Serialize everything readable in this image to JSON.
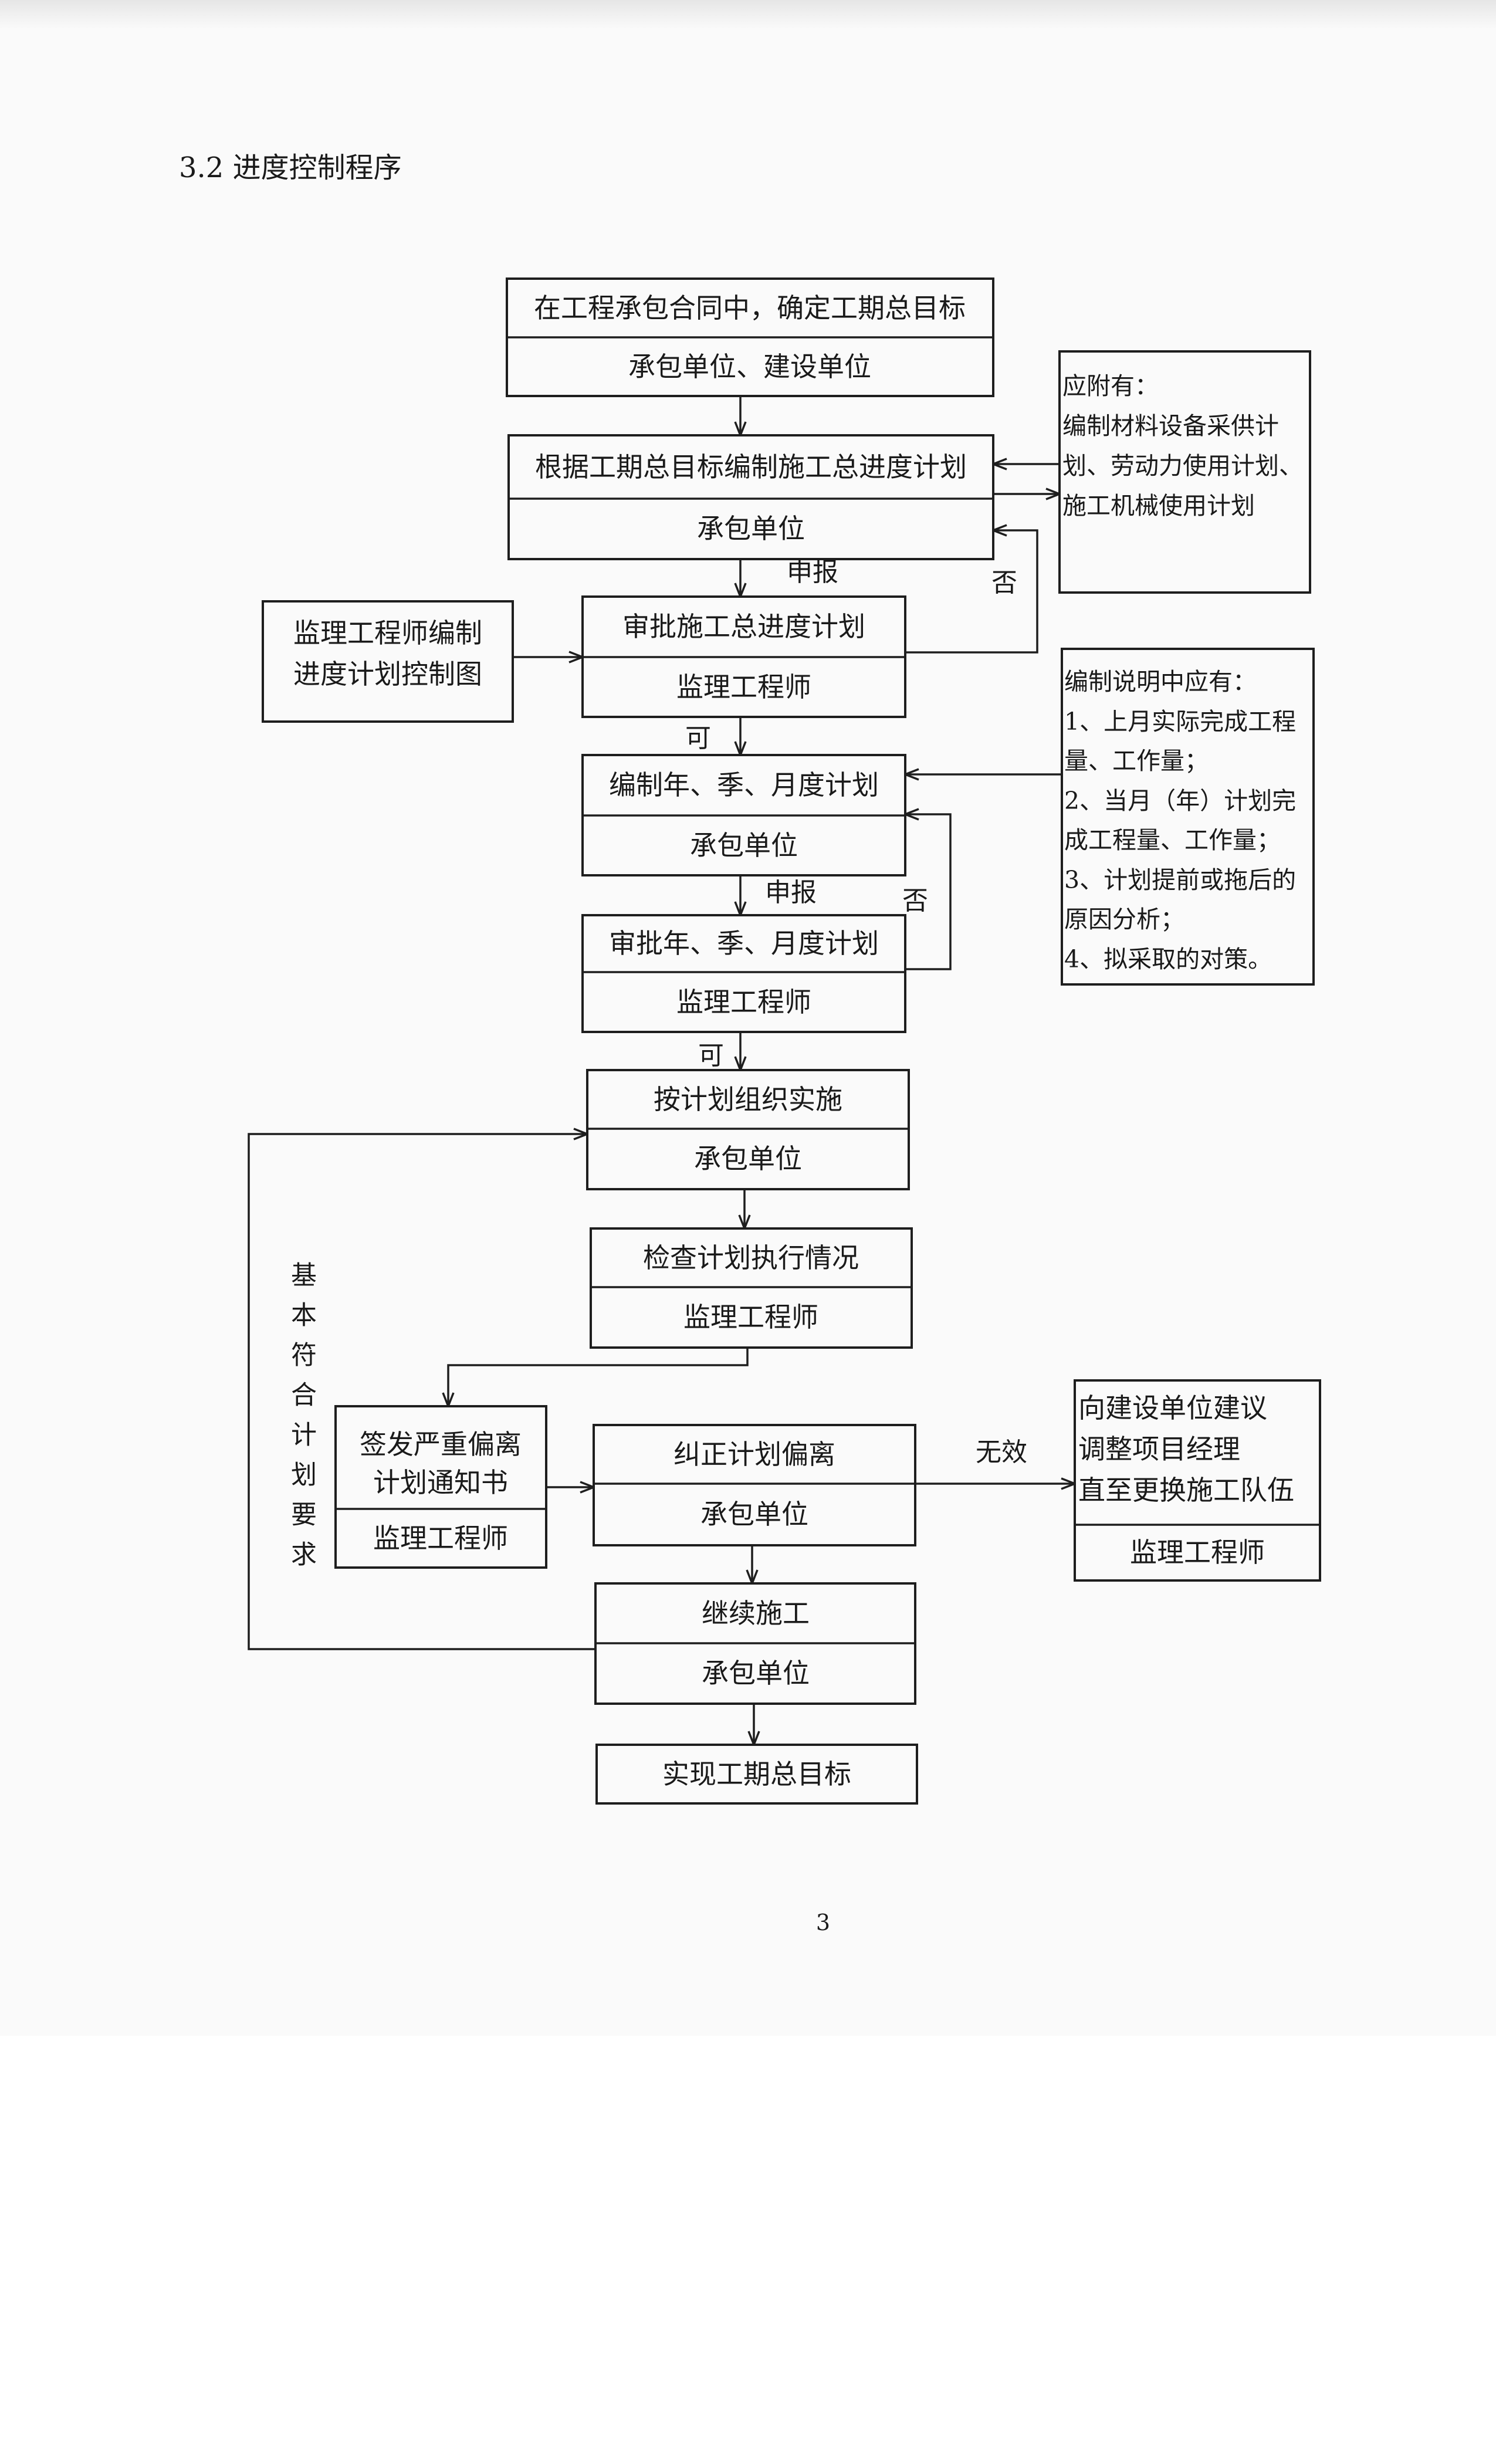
{
  "heading": "3.2 进度控制程序",
  "flowchart": {
    "nodes": [
      {
        "lines": [
          "在工程承包合同中，确定工期总目标"
        ],
        "party": "承包单位、建设单位"
      },
      {
        "lines": [
          "根据工期总目标编制施工总进度计划"
        ],
        "party": "承包单位"
      },
      {
        "lines": [
          "审批施工总进度计划"
        ],
        "party": "监理工程师"
      },
      {
        "lines": [
          "监理工程师编制",
          "进度计划控制图"
        ]
      },
      {
        "lines": [
          "编制年、季、月度计划"
        ],
        "party": "承包单位"
      },
      {
        "lines": [
          "审批年、季、月度计划"
        ],
        "party": "监理工程师"
      },
      {
        "lines": [
          "按计划组织实施"
        ],
        "party": "承包单位"
      },
      {
        "lines": [
          "检查计划执行情况"
        ],
        "party": "监理工程师"
      },
      {
        "lines": [
          "签发严重偏离",
          "计划通知书"
        ],
        "party": "监理工程师"
      },
      {
        "lines": [
          "纠正计划偏离"
        ],
        "party": "承包单位"
      },
      {
        "lines": [
          "向建设单位建议",
          "调整项目经理",
          "直至更换施工队伍"
        ],
        "party": "监理工程师"
      },
      {
        "lines": [
          "继续施工"
        ],
        "party": "承包单位"
      },
      {
        "lines": [
          "实现工期总目标"
        ]
      }
    ],
    "notes": [
      {
        "lines": [
          "应附有：",
          "编制材料设备采供计",
          "划、劳动力使用计划、",
          "施工机械使用计划"
        ]
      },
      {
        "lines": [
          "编制说明中应有：",
          "1、上月实际完成工程",
          "量、工作量；",
          "2、当月（年）计划完",
          "成工程量、工作量；",
          "3、计划提前或拖后的",
          "原因分析；",
          "4、拟采取的对策。"
        ]
      }
    ],
    "edge_labels": {
      "submit_master": "申报",
      "reject_master": "否",
      "approve_master": "可",
      "submit_periodic": "申报",
      "reject_periodic": "否",
      "approve_periodic": "可",
      "ineffective": "无效",
      "meets_plan": "基本符合计划要求"
    }
  },
  "page_number": "3"
}
